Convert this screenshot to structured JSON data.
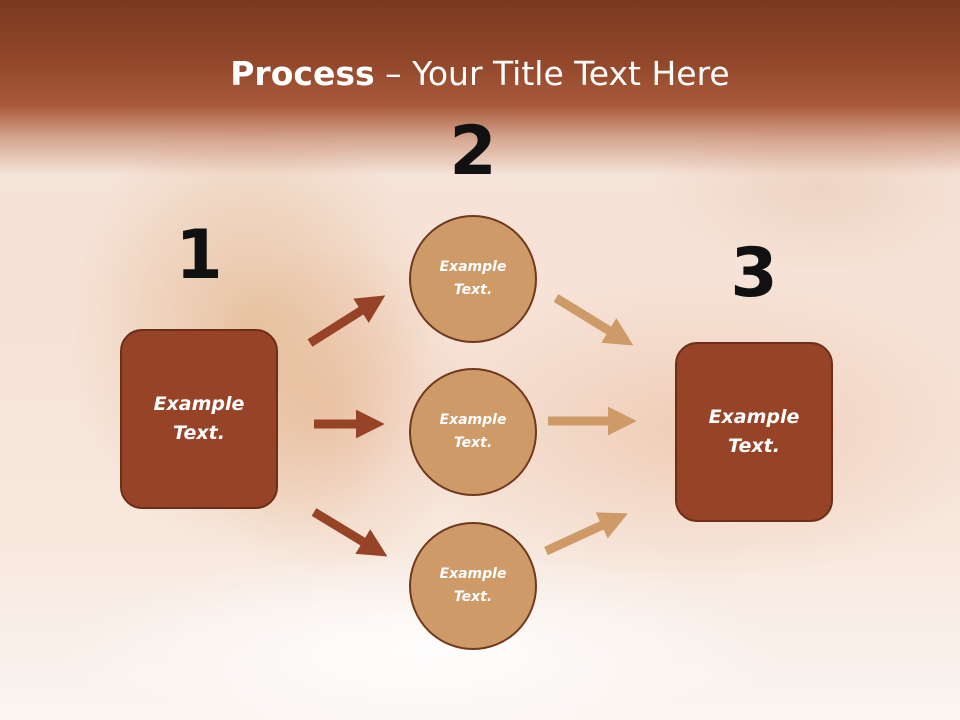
{
  "title": {
    "bold": "Process",
    "rest": " – Your Title Text Here"
  },
  "steps": {
    "one": {
      "number": "1",
      "text": "Example\nText."
    },
    "two": {
      "number": "2",
      "circles": [
        {
          "text": "Example\nText."
        },
        {
          "text": "Example\nText."
        },
        {
          "text": "Example\nText."
        }
      ]
    },
    "three": {
      "number": "3",
      "text": "Example\nText."
    }
  },
  "colors": {
    "header": "#8a4126",
    "box_fill": "#964327",
    "box_border": "#6b2f18",
    "circle_fill": "#cd9a68",
    "circle_border": "#70391d",
    "arrow_dark": "#964327",
    "arrow_light": "#cd9a68"
  }
}
